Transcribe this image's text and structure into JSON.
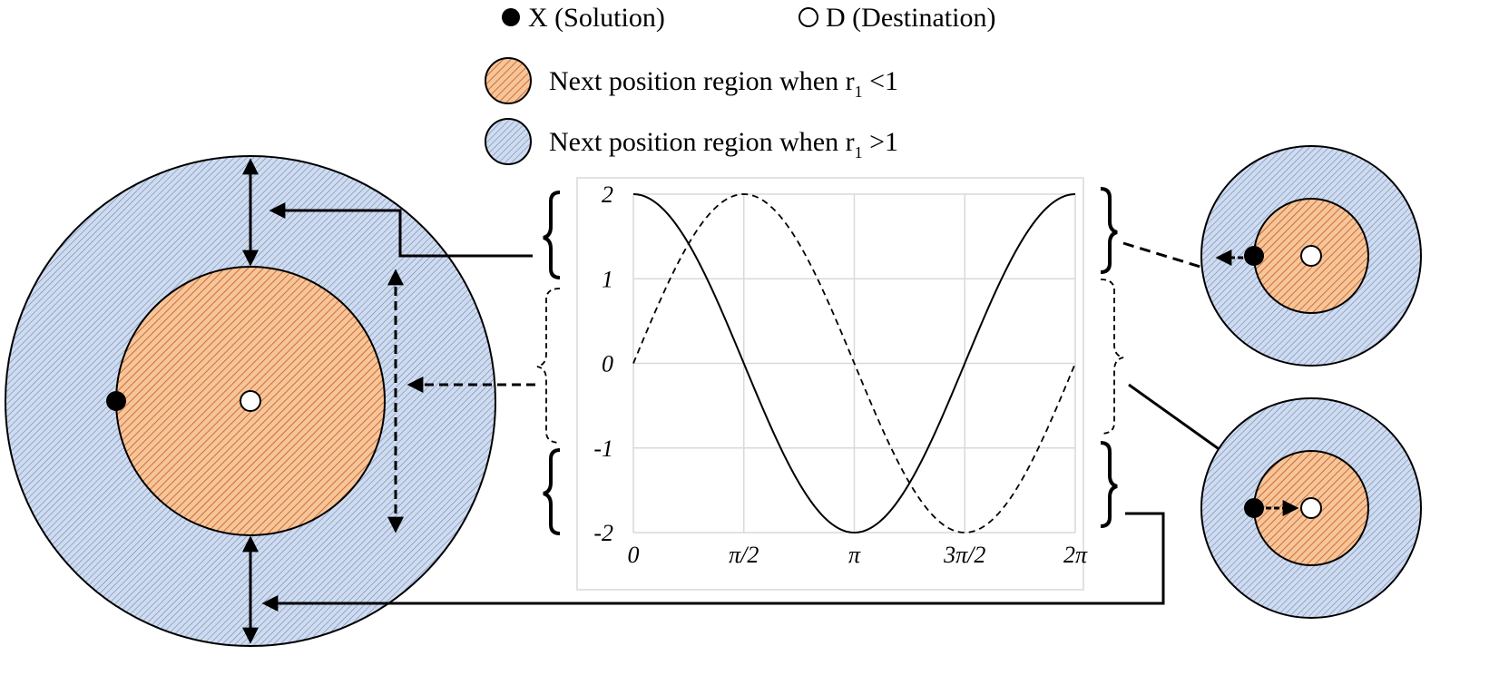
{
  "legend": {
    "solution": "X (Solution)",
    "destination": "D (Destination)",
    "region_lt1_prefix": "Next position region when r",
    "region_lt1_sub": "1",
    "region_lt1_suffix": " <1",
    "region_gt1_prefix": "Next position region when r",
    "region_gt1_sub": "1",
    "region_gt1_suffix": " >1"
  },
  "colors": {
    "outer_region": "#cfdcf0",
    "outer_hatch": "#6f86b2",
    "inner_region": "#f3b37a",
    "inner_hatch": "#c8571a",
    "stroke": "#000000",
    "grid": "#d9d9d9"
  },
  "chart_data": {
    "type": "line",
    "x_ticks": [
      "0",
      "π/2",
      "π",
      "3π/2",
      "2π"
    ],
    "y_ticks": [
      "2",
      "1",
      "0",
      "-1",
      "-2"
    ],
    "xlim": [
      0,
      6.2832
    ],
    "ylim": [
      -2,
      2
    ],
    "grid": true,
    "series": [
      {
        "function": "2cos(x)",
        "style": "solid"
      },
      {
        "function": "2sin(x)",
        "style": "dashed"
      }
    ]
  }
}
